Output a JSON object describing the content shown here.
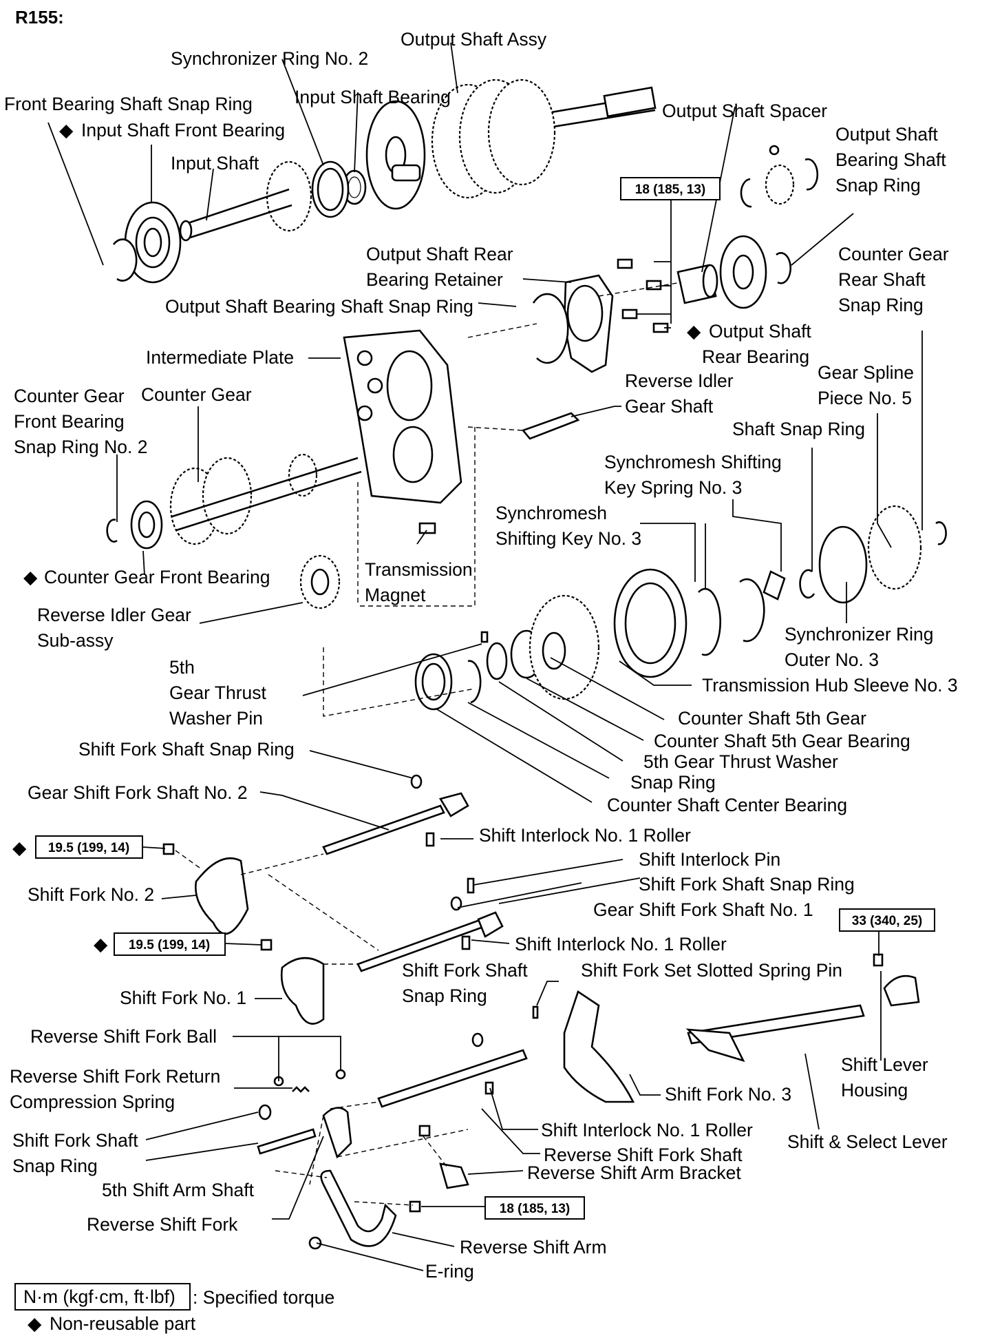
{
  "title": "R155:",
  "labels": {
    "output_shaft_assy": "Output Shaft Assy",
    "synchronizer_ring_no2": "Synchronizer Ring No. 2",
    "input_shaft_bearing": "Input Shaft Bearing",
    "front_bearing_shaft_snap_ring": "Front Bearing Shaft Snap Ring",
    "input_shaft_front_bearing": "Input Shaft Front Bearing",
    "input_shaft": "Input Shaft",
    "output_shaft_spacer": "Output Shaft Spacer",
    "output_shaft_bearing_shaft_snap_ring_top": [
      "Output Shaft",
      "Bearing Shaft",
      "Snap Ring"
    ],
    "output_shaft_rear_bearing_retainer": [
      "Output Shaft Rear",
      "Bearing Retainer"
    ],
    "output_shaft_bearing_shaft_snap_ring": "Output Shaft Bearing Shaft Snap Ring",
    "counter_gear_rear_shaft_snap_ring": [
      "Counter Gear",
      "Rear Shaft",
      "Snap Ring"
    ],
    "output_shaft_rear_bearing": [
      "Output Shaft",
      "Rear Bearing"
    ],
    "intermediate_plate": "Intermediate Plate",
    "reverse_idler_gear_shaft": [
      "Reverse Idler",
      "Gear Shaft"
    ],
    "gear_spline_piece_no5": [
      "Gear Spline",
      "Piece No. 5"
    ],
    "counter_gear_front_bearing_snap_ring_no2": [
      "Counter Gear",
      "Front Bearing",
      "Snap Ring No. 2"
    ],
    "counter_gear": "Counter Gear",
    "shaft_snap_ring": "Shaft Snap Ring",
    "synchromesh_shifting_key_spring_no3": [
      "Synchromesh Shifting",
      "Key Spring No. 3"
    ],
    "synchromesh_shifting_key_no3": [
      "Synchromesh",
      "Shifting Key No. 3"
    ],
    "counter_gear_front_bearing": "Counter Gear Front Bearing",
    "transmission_magnet": [
      "Transmission",
      "Magnet"
    ],
    "reverse_idler_gear_sub_assy": [
      "Reverse Idler Gear",
      "Sub-assy"
    ],
    "synchronizer_ring_outer_no3": [
      "Synchronizer Ring",
      "Outer No. 3"
    ],
    "fifth_gear_thrust_washer_pin": [
      "5th",
      "Gear Thrust",
      "Washer Pin"
    ],
    "transmission_hub_sleeve_no3": "Transmission Hub Sleeve No. 3",
    "counter_shaft_5th_gear": "Counter Shaft 5th Gear",
    "counter_shaft_5th_gear_bearing": "Counter Shaft 5th Gear Bearing",
    "fifth_gear_thrust_washer": "5th Gear Thrust Washer",
    "snap_ring": "Snap Ring",
    "counter_shaft_center_bearing": "Counter Shaft Center Bearing",
    "shift_fork_shaft_snap_ring_a": "Shift Fork Shaft Snap Ring",
    "gear_shift_fork_shaft_no2": "Gear Shift Fork Shaft No. 2",
    "shift_interlock_no1_roller_a": "Shift Interlock No. 1 Roller",
    "shift_interlock_pin": "Shift Interlock Pin",
    "shift_fork_no2": "Shift Fork No. 2",
    "shift_fork_shaft_snap_ring_b": "Shift Fork Shaft Snap Ring",
    "gear_shift_fork_shaft_no1": "Gear Shift Fork Shaft No. 1",
    "shift_interlock_no1_roller_b": "Shift Interlock No. 1 Roller",
    "shift_fork_shaft_snap_ring_c": [
      "Shift Fork Shaft",
      "Snap Ring"
    ],
    "shift_fork_set_slotted_spring_pin": "Shift Fork Set Slotted Spring Pin",
    "shift_fork_no1": "Shift Fork No. 1",
    "reverse_shift_fork_ball": "Reverse Shift Fork Ball",
    "shift_lever_housing": [
      "Shift Lever",
      "Housing"
    ],
    "reverse_shift_fork_return_spring": [
      "Reverse Shift Fork Return",
      "Compression Spring"
    ],
    "shift_fork_no3": "Shift Fork No. 3",
    "shift_fork_shaft_snap_ring_d": [
      "Shift Fork Shaft",
      "Snap Ring"
    ],
    "shift_interlock_no1_roller_c": "Shift Interlock No. 1 Roller",
    "shift_select_lever": "Shift & Select Lever",
    "reverse_shift_fork_shaft": "Reverse Shift Fork Shaft",
    "fifth_shift_arm_shaft": "5th Shift Arm Shaft",
    "reverse_shift_arm_bracket": "Reverse Shift Arm Bracket",
    "reverse_shift_fork": "Reverse Shift Fork",
    "reverse_shift_arm": "Reverse Shift Arm",
    "e_ring": "E-ring"
  },
  "torques": {
    "retainer_bolts": "18 (185, 13)",
    "shift_fork_no2_bolt": "19.5 (199, 14)",
    "shift_fork_no1_bolt": "19.5 (199, 14)",
    "shift_lever_housing_bolt": "33 (340, 25)",
    "reverse_arm_bracket_bolt": "18 (185, 13)"
  },
  "non_reusable_symbol": "◆",
  "legend": {
    "torque_units": "N·m (kgf·cm, ft·lbf)",
    "torque_desc": ": Specified torque",
    "non_reusable": "Non-reusable part"
  }
}
